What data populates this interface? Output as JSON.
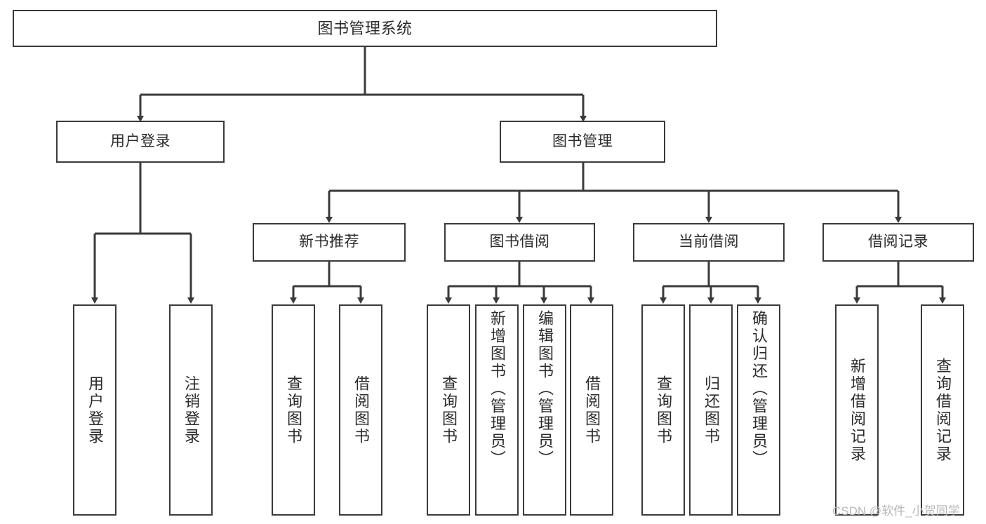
{
  "diagram": {
    "type": "tree-hierarchy",
    "title": "图书管理系统",
    "orientation": "top-down",
    "edge_color": "#3a3a3a",
    "node_border_color": "#3a3a3a",
    "node_fill_color": "#ffffff",
    "text_color": "#2b2b2b",
    "nodes": {
      "root": {
        "label": "图书管理系统"
      },
      "tier2": [
        {
          "label": "用户登录"
        },
        {
          "label": "图书管理"
        }
      ],
      "tier3": [
        {
          "label": "新书推荐"
        },
        {
          "label": "图书借阅"
        },
        {
          "label": "当前借阅"
        },
        {
          "label": "借阅记录"
        }
      ],
      "leaves_user_login": [
        {
          "label": "用户登录"
        },
        {
          "label": "注销登录"
        }
      ],
      "leaves_new_book": [
        {
          "label": "查询图书"
        },
        {
          "label": "借阅图书"
        }
      ],
      "leaves_borrow": [
        {
          "label": "查询图书"
        },
        {
          "label": "新增图书（管理员）"
        },
        {
          "label": "编辑图书（管理员）"
        },
        {
          "label": "借阅图书"
        }
      ],
      "leaves_current": [
        {
          "label": "查询图书"
        },
        {
          "label": "归还图书"
        },
        {
          "label": "确认归还（管理员）"
        }
      ],
      "leaves_records": [
        {
          "label": "新增借阅记录"
        },
        {
          "label": "查询借阅记录"
        }
      ]
    }
  },
  "watermark": {
    "text": "CSDN @软件_小贺同学"
  }
}
